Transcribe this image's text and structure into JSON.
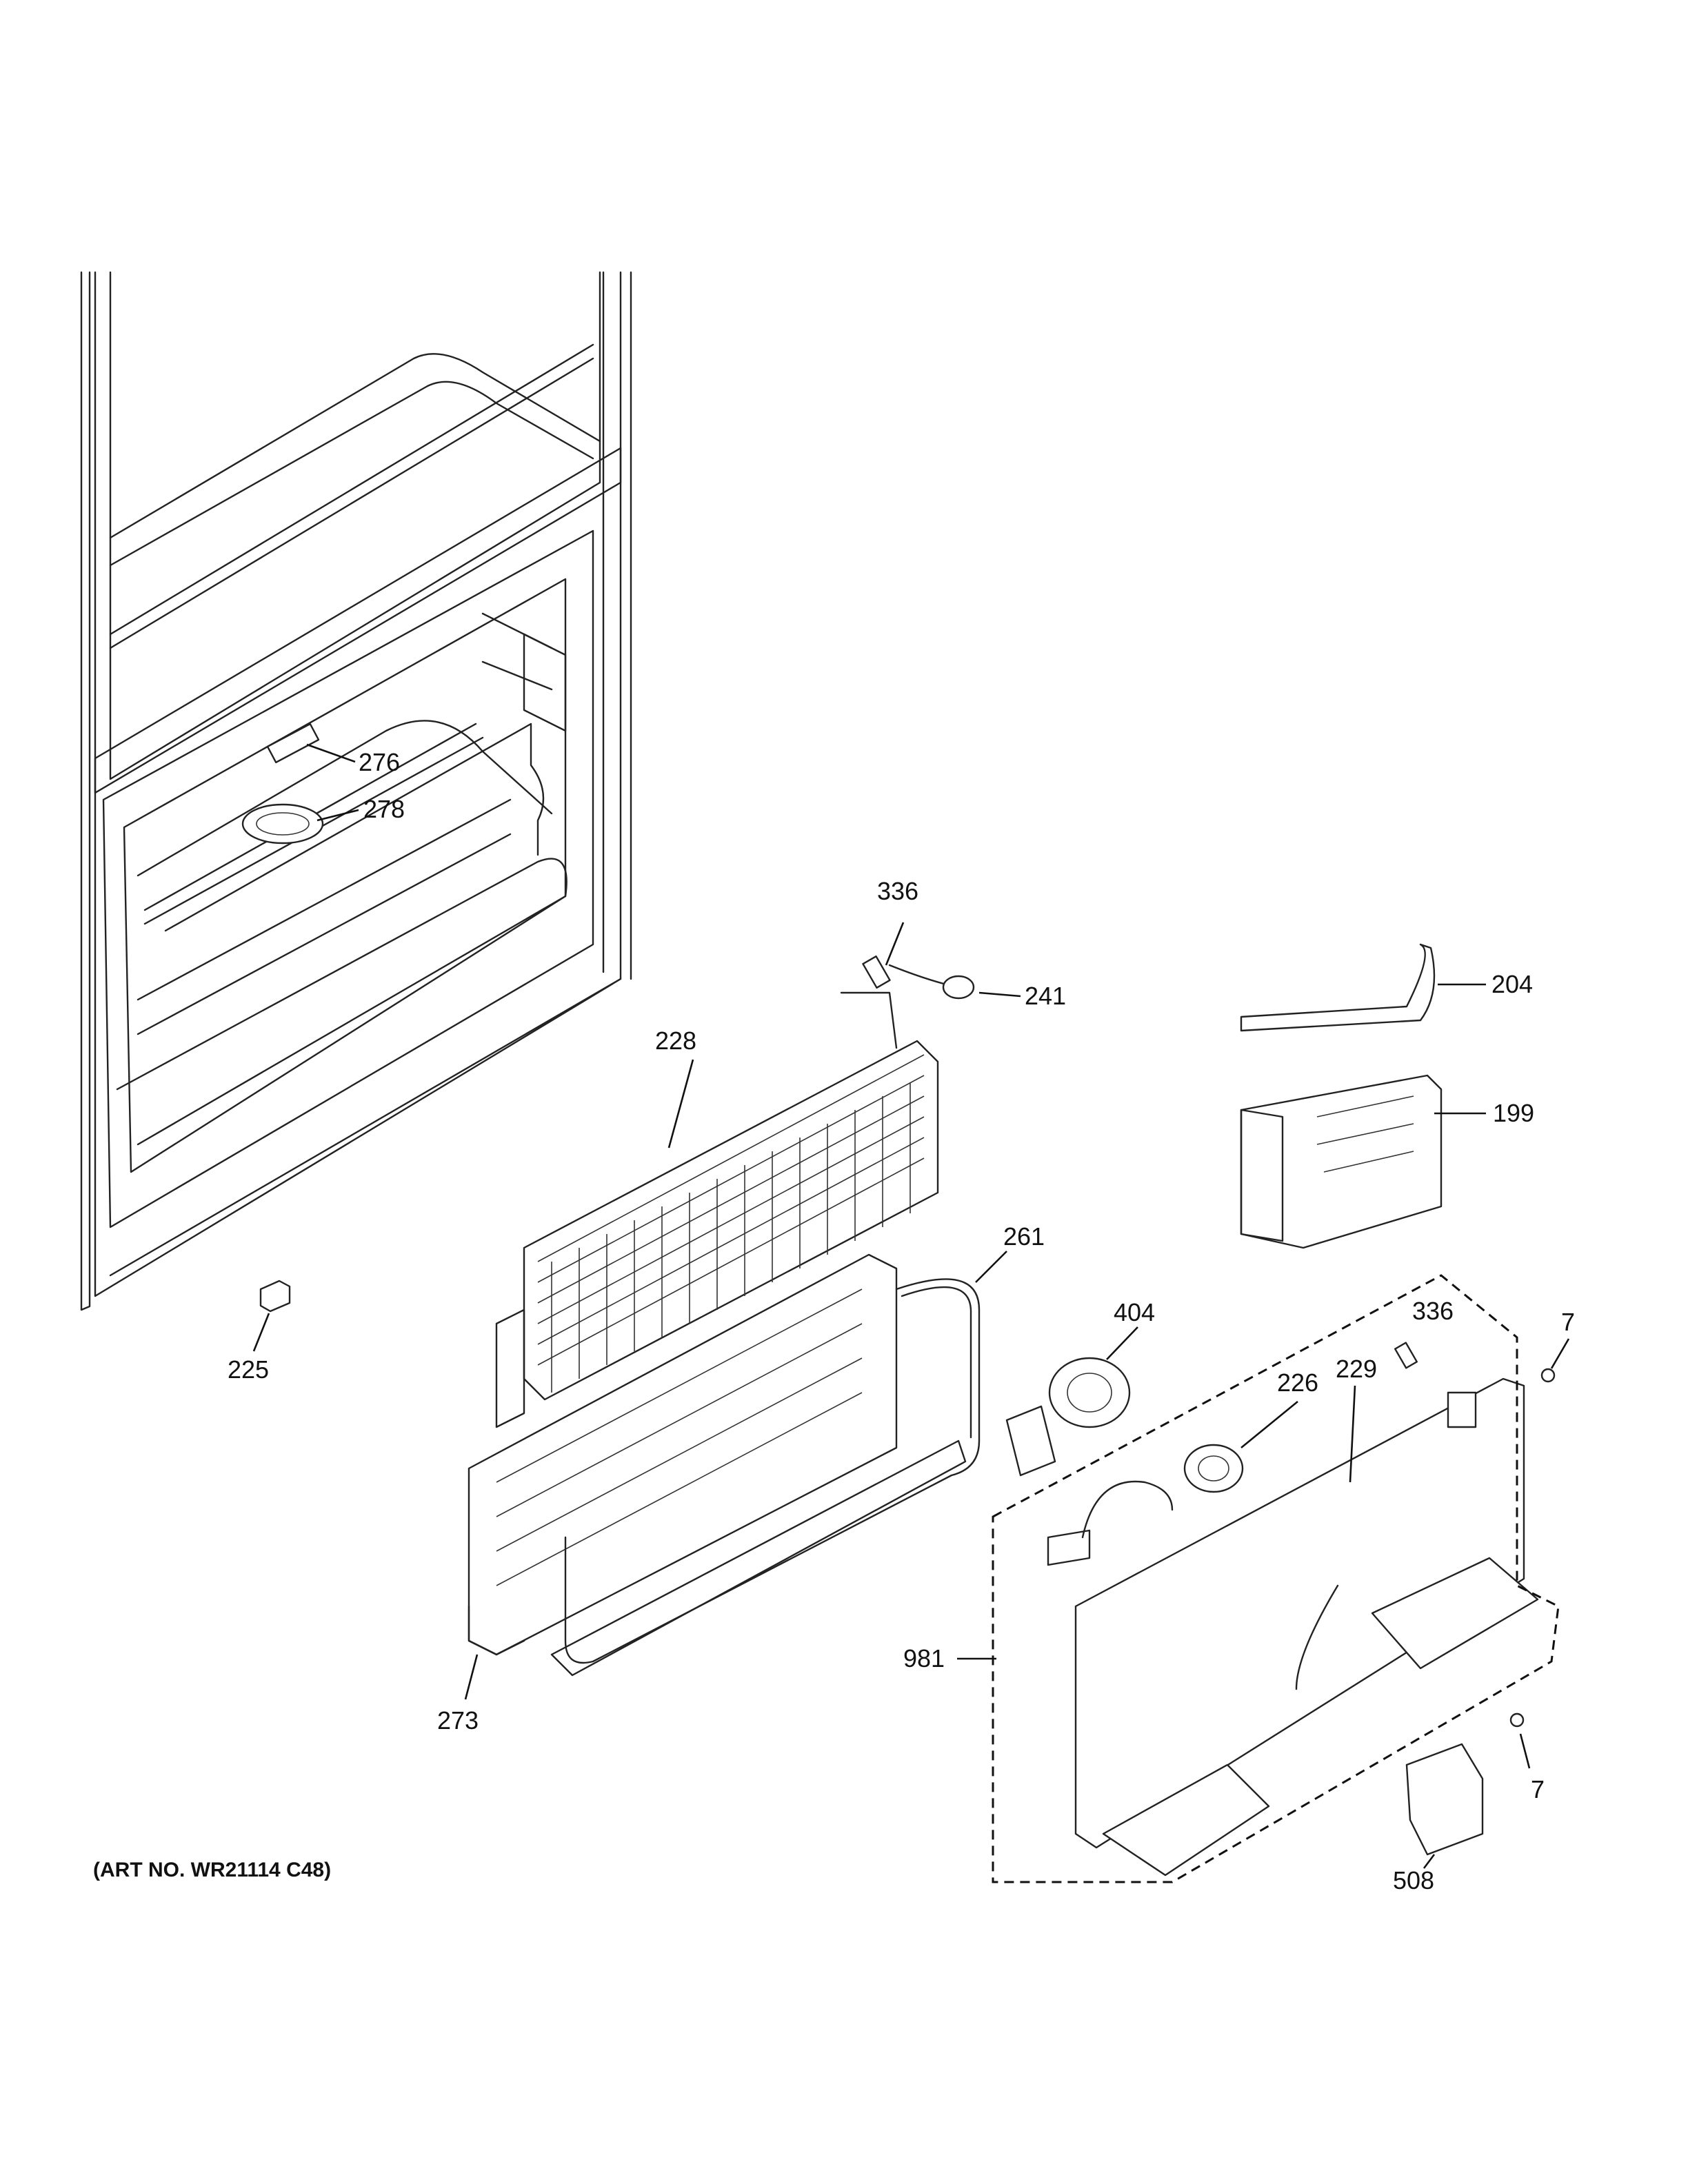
{
  "diagram": {
    "parts": [
      {
        "id": "276",
        "label": "276"
      },
      {
        "id": "278",
        "label": "278"
      },
      {
        "id": "336a",
        "label": "336"
      },
      {
        "id": "241",
        "label": "241"
      },
      {
        "id": "204",
        "label": "204"
      },
      {
        "id": "228",
        "label": "228"
      },
      {
        "id": "199",
        "label": "199"
      },
      {
        "id": "261",
        "label": "261"
      },
      {
        "id": "404",
        "label": "404"
      },
      {
        "id": "336b",
        "label": "336"
      },
      {
        "id": "7a",
        "label": "7"
      },
      {
        "id": "226",
        "label": "226"
      },
      {
        "id": "229",
        "label": "229"
      },
      {
        "id": "225",
        "label": "225"
      },
      {
        "id": "981",
        "label": "981"
      },
      {
        "id": "273",
        "label": "273"
      },
      {
        "id": "7b",
        "label": "7"
      },
      {
        "id": "508",
        "label": "508"
      }
    ],
    "art_number": "(ART NO. WR21114 C48)"
  }
}
